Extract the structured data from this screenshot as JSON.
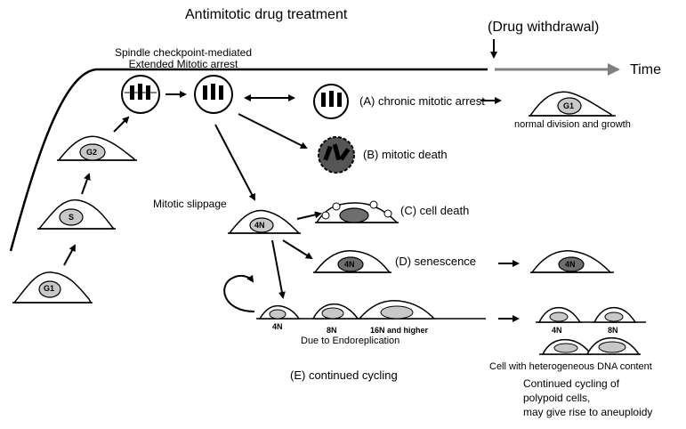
{
  "title": "Antimitotic drug treatment",
  "drug_withdrawal": "(Drug withdrawal)",
  "time_label": "Time",
  "checkpoint_label_line1": "Spindle checkpoint-mediated",
  "checkpoint_label_line2": "Extended Mitotic arrest",
  "phase_labels": {
    "g1": "G1",
    "s": "S",
    "g2": "G2",
    "g1_after": "G1"
  },
  "outcomes": {
    "a": "(A) chronic mitotic arrest",
    "b": "(B) mitotic death",
    "c": "(C) cell death",
    "d": "(D) senescence",
    "e": "(E) continued cycling"
  },
  "normal_division": "normal division and growth",
  "mitotic_slippage": "Mitotic slippage",
  "ploidy": {
    "n4": "4N",
    "n8": "8N",
    "n16": "16N and higher",
    "cell_4n": "4N",
    "senescent_4n": "4N",
    "senescent_after_4n": "4N",
    "after_4n": "4N",
    "after_8n": "8N"
  },
  "endoreplication": "Due to Endoreplication",
  "heterogeneous_dna": "Cell with heterogeneous DNA content",
  "continued_note_lines": [
    "Continued cycling of",
    "polypoid cells,",
    "may give rise to aneuploidy"
  ],
  "colors": {
    "line": "#000000",
    "time_arrow": "#808080",
    "nucleus_fill": "#c8c8c8",
    "dark_nucleus": "#6e6e6e"
  }
}
